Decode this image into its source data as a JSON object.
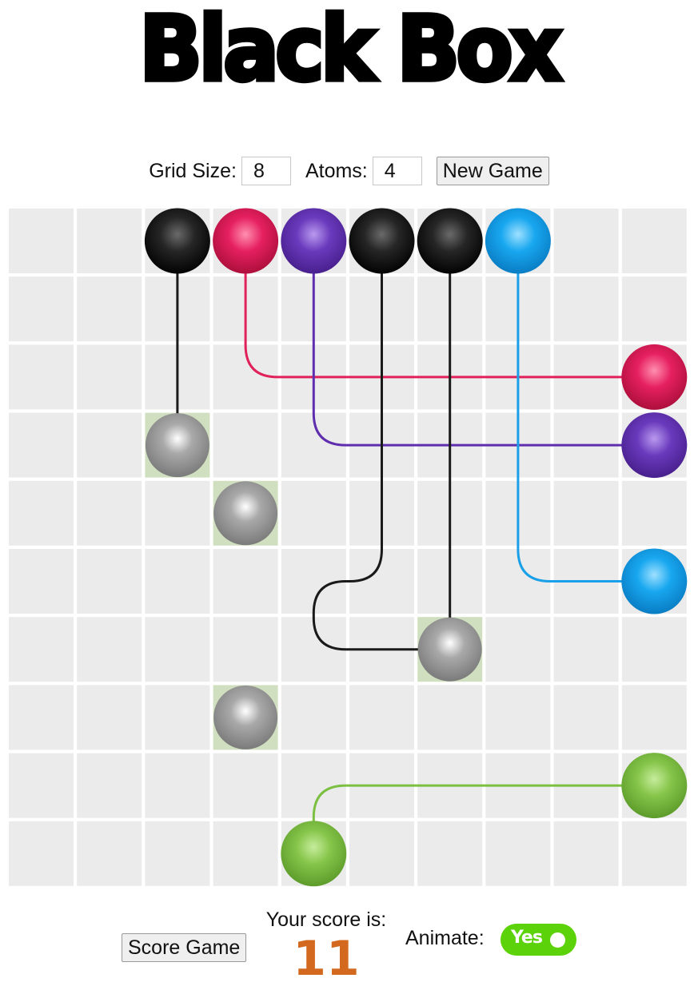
{
  "title": "Black Box",
  "controls": {
    "grid_size_label": "Grid Size:",
    "grid_size_value": "8",
    "atoms_label": "Atoms:",
    "atoms_value": "4",
    "new_game_label": "New Game"
  },
  "board": {
    "size": 8,
    "atoms": [
      {
        "row": 3,
        "col": 2
      },
      {
        "row": 4,
        "col": 3
      },
      {
        "row": 6,
        "col": 6
      },
      {
        "row": 7,
        "col": 3
      }
    ],
    "rays": [
      {
        "color": "#1a1a1a",
        "from": {
          "row": 0,
          "col": 2
        },
        "to": null,
        "result": "hit",
        "path": [
          [
            0,
            2
          ],
          [
            3,
            2
          ]
        ]
      },
      {
        "color": "#e0215a",
        "from": {
          "row": 0,
          "col": 3
        },
        "to": {
          "row": 2,
          "col": 9
        },
        "result": "deflect",
        "path": [
          [
            0,
            3
          ],
          [
            2,
            3
          ],
          [
            2,
            9
          ]
        ]
      },
      {
        "color": "#5f2eaf",
        "from": {
          "row": 0,
          "col": 4
        },
        "to": {
          "row": 3,
          "col": 9
        },
        "result": "deflect",
        "path": [
          [
            0,
            4
          ],
          [
            3,
            4
          ],
          [
            3,
            9
          ]
        ]
      },
      {
        "color": "#1a1a1a",
        "from": {
          "row": 0,
          "col": 5
        },
        "to": null,
        "result": "hit",
        "path": [
          [
            0,
            5
          ],
          [
            5,
            5
          ],
          [
            5,
            4
          ],
          [
            6,
            4
          ],
          [
            6,
            6
          ]
        ]
      },
      {
        "color": "#1a1a1a",
        "from": {
          "row": 0,
          "col": 6
        },
        "to": null,
        "result": "hit",
        "path": [
          [
            0,
            6
          ],
          [
            6,
            6
          ]
        ]
      },
      {
        "color": "#1aa0e8",
        "from": {
          "row": 0,
          "col": 7
        },
        "to": {
          "row": 5,
          "col": 9
        },
        "result": "deflect",
        "path": [
          [
            0,
            7
          ],
          [
            5,
            7
          ],
          [
            5,
            9
          ]
        ]
      },
      {
        "color": "#7cc042",
        "from": {
          "row": 9,
          "col": 4
        },
        "to": {
          "row": 8,
          "col": 9
        },
        "result": "deflect",
        "path": [
          [
            9,
            4
          ],
          [
            8,
            4
          ],
          [
            8,
            9
          ]
        ]
      }
    ]
  },
  "score": {
    "button_label": "Score Game",
    "caption": "Your score is:",
    "value": "11"
  },
  "animate": {
    "label": "Animate:",
    "toggle_label": "Yes",
    "enabled": true,
    "toggle_color": "#5cd20a"
  },
  "colors": {
    "cell": "#ebebeb",
    "atom_cell": "#cfdfbf",
    "score_value": "#d2691e"
  }
}
